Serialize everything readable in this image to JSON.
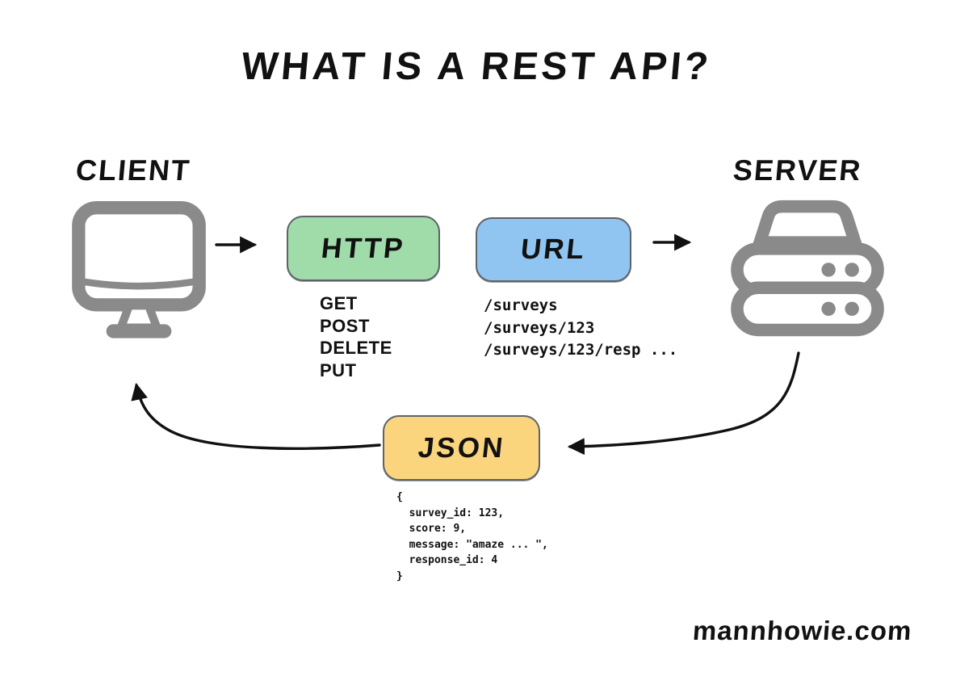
{
  "title": "WHAT IS A REST API?",
  "client": {
    "label": "CLIENT",
    "icon": "desktop-monitor"
  },
  "server": {
    "label": "SERVER",
    "icon": "server-stack"
  },
  "http_box": {
    "label": "HTTP",
    "color": "#9fdca9",
    "methods": [
      "GET",
      "POST",
      "DELETE",
      "PUT"
    ]
  },
  "url_box": {
    "label": "URL",
    "color": "#8fc5f0",
    "paths": [
      "/surveys",
      "/surveys/123",
      "/surveys/123/resp ..."
    ]
  },
  "json_box": {
    "label": "JSON",
    "color": "#fad57e",
    "code_lines": [
      "{",
      "  survey_id: 123,",
      "  score: 9,",
      "  message: \"amaze ... \",",
      "  response_id: 4",
      "}"
    ]
  },
  "footer": {
    "site": "mannhowie.com"
  },
  "colors": {
    "icon_gray": "#8a8a8a",
    "ink": "#111111",
    "pill_border": "#5f6368"
  }
}
